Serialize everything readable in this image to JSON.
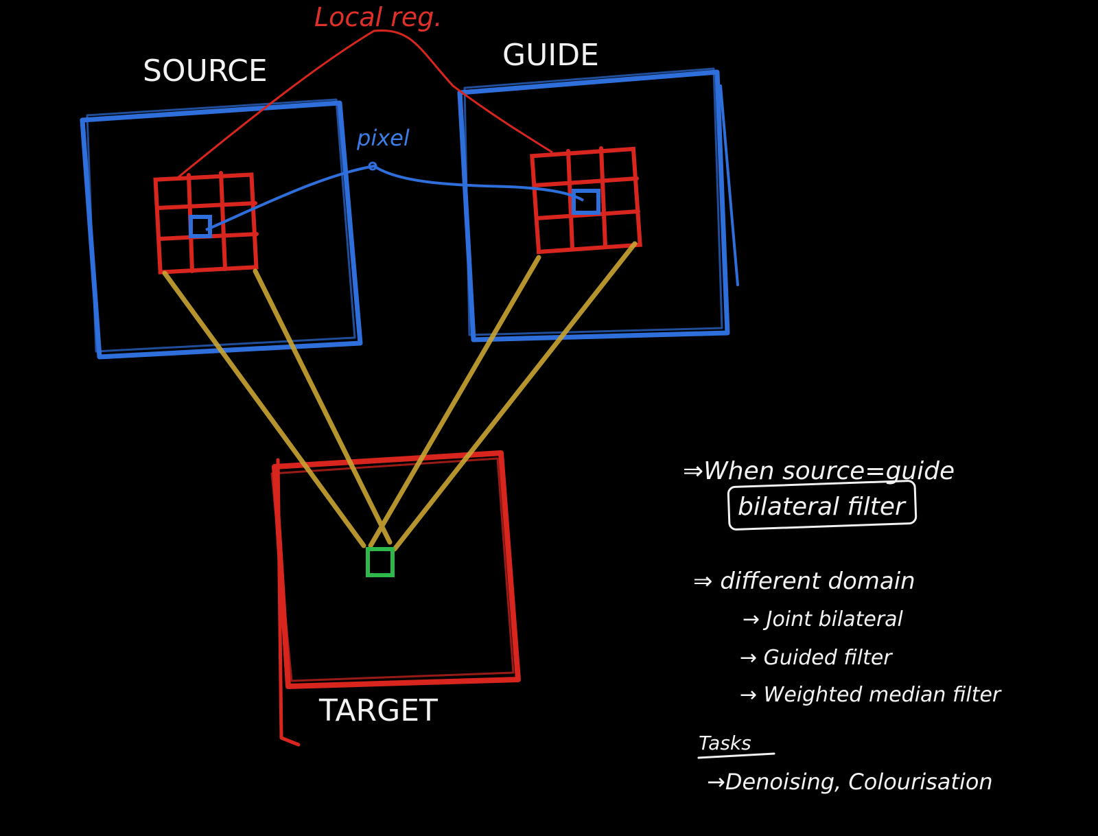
{
  "colors": {
    "background": "#000000",
    "red": "#d8261f",
    "blue": "#2e6fdc",
    "yellow": "#c9a534",
    "green": "#2fb84a",
    "white": "#f2f2f2"
  },
  "labels": {
    "local_reg": "Local reg.",
    "source": "SOURCE",
    "guide": "GUIDE",
    "pixel": "pixel",
    "target": "TARGET"
  },
  "notes": {
    "when_source_guide": "⇒When source=guide",
    "bilateral_filter": "bilateral filter",
    "different_domain": "⇒ different domain",
    "items": [
      "→ Joint bilateral",
      "→ Guided filter",
      "→ Weighted median filter"
    ],
    "tasks_heading": "Tasks",
    "tasks_line": "→Denoising, Colourisation"
  }
}
